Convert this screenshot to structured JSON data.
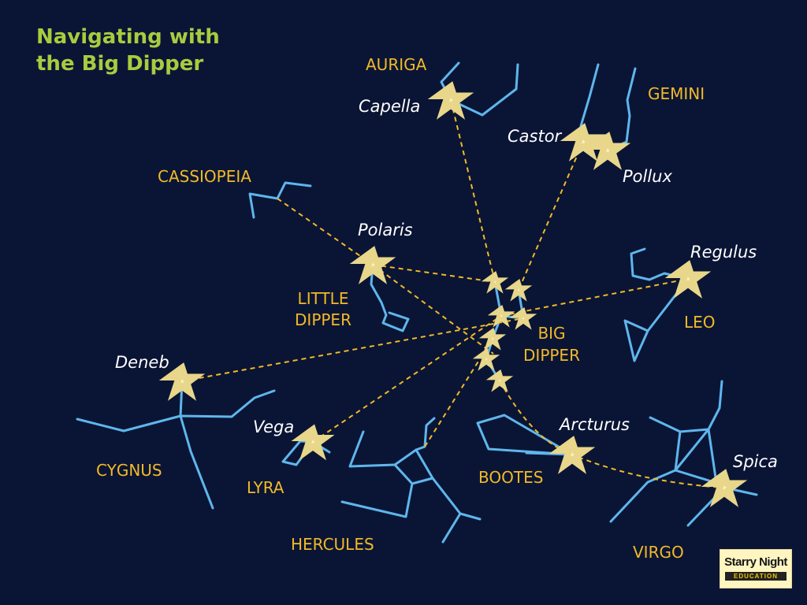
{
  "title": {
    "line1": "Navigating with",
    "line2": "the Big Dipper"
  },
  "colors": {
    "background": "#0a1535",
    "constellation_line": "#5fb6ec",
    "pointer_line": "#f2b928",
    "star": "#fff6c4",
    "constellation_label": "#f2b928",
    "star_label": "#ffffff",
    "title": "#a8cc3e"
  },
  "constellations": {
    "auriga": "AURIGA",
    "gemini": "GEMINI",
    "cassiopeia": "CASSIOPEIA",
    "little_dipper_line1": "LITTLE",
    "little_dipper_line2": "DIPPER",
    "big_dipper_line1": "BIG",
    "big_dipper_line2": "DIPPER",
    "leo": "LEO",
    "cygnus": "CYGNUS",
    "lyra": "LYRA",
    "hercules": "HERCULES",
    "bootes": "BOOTES",
    "virgo": "VIRGO"
  },
  "stars": {
    "capella": "Capella",
    "castor": "Castor",
    "pollux": "Pollux",
    "polaris": "Polaris",
    "regulus": "Regulus",
    "deneb": "Deneb",
    "vega": "Vega",
    "arcturus": "Arcturus",
    "spica": "Spica"
  },
  "logo": {
    "main": "Starry Night",
    "sub": "EDUCATION"
  }
}
